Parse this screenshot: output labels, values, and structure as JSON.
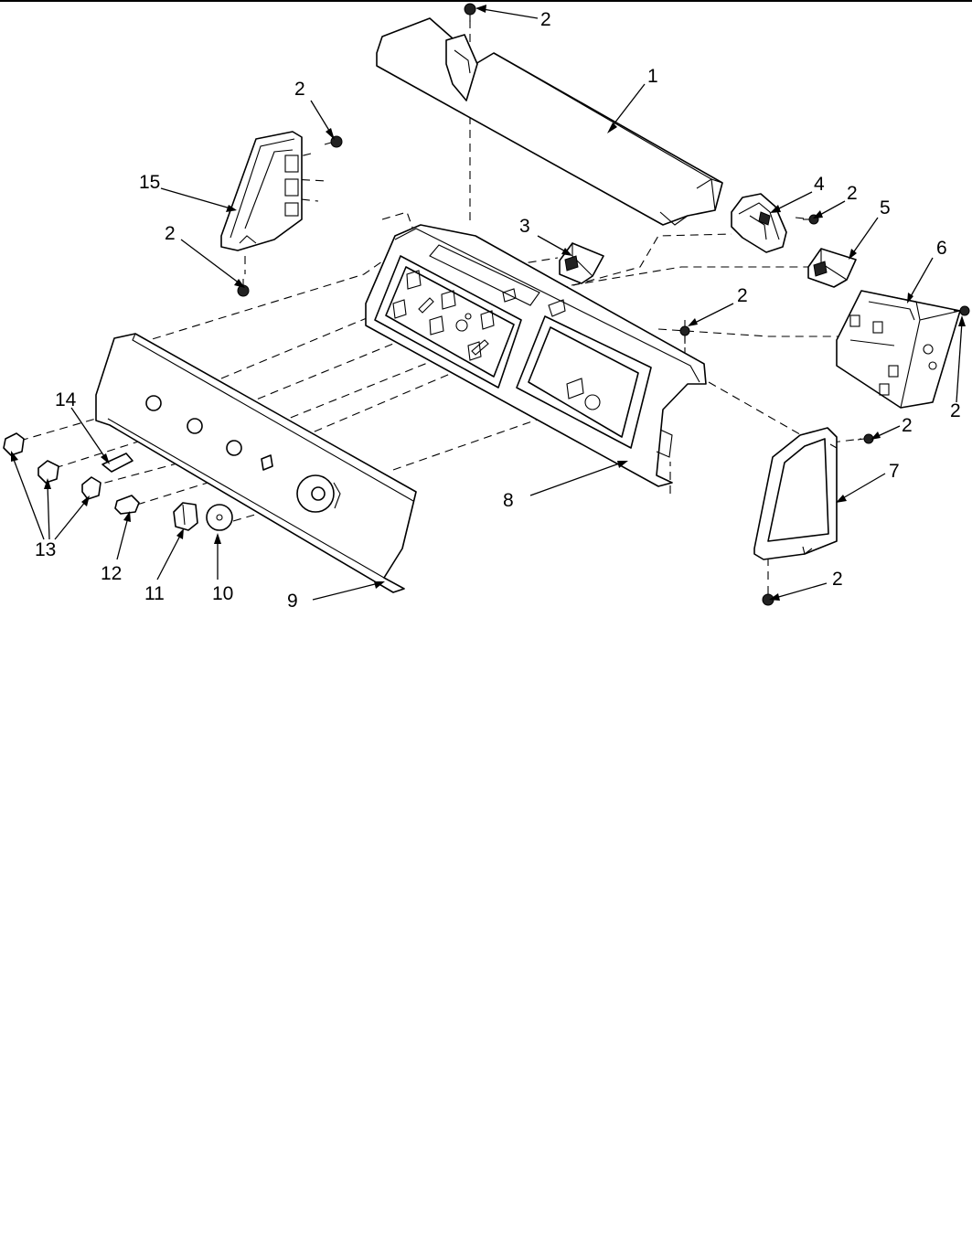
{
  "callouts": {
    "c1": "1",
    "c2a": "2",
    "c2b": "2",
    "c2c": "2",
    "c2d": "2",
    "c2e": "2",
    "c2f": "2",
    "c2g": "2",
    "c2h": "2",
    "c3": "3",
    "c4": "4",
    "c5": "5",
    "c6": "6",
    "c7": "7",
    "c8": "8",
    "c9": "9",
    "c10": "10",
    "c11": "11",
    "c12": "12",
    "c13": "13",
    "c14": "14",
    "c15": "15"
  }
}
